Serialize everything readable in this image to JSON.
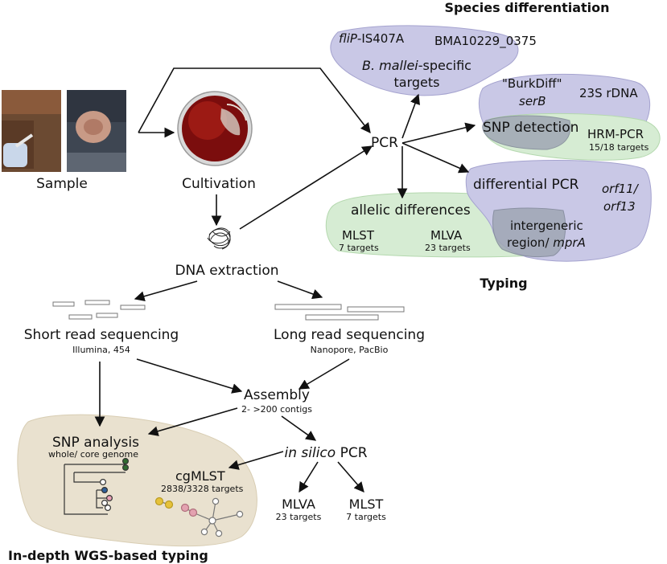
{
  "sections": {
    "species": "Species differentiation",
    "typing": "Typing",
    "wgs": "In-depth WGS-based typing"
  },
  "colors": {
    "species": "#c9c8e6",
    "typing": "#d6ecd3",
    "wgs": "#e9e1cf",
    "overlap": "#9fa6b4",
    "species_title": "#b7b6dc",
    "typing_title": "#b8dcb4",
    "wgs_title": "#ddd2b8"
  },
  "nodes": {
    "sample": "Sample",
    "cultivation": "Cultivation",
    "dna": "DNA extraction",
    "pcr": "PCR",
    "short_read": "Short read sequencing",
    "short_read_sub": "Illumina, 454",
    "long_read": "Long read sequencing",
    "long_read_sub": "Nanopore, PacBio",
    "assembly": "Assembly",
    "assembly_sub": "2- >200 contigs",
    "insilico_italic": "in silico",
    "insilico_rest": " PCR",
    "mlva": "MLVA",
    "mlva_sub": "23 targets",
    "mlst": "MLST",
    "mlst_sub": "7 targets"
  },
  "species_targets": {
    "flip_italic": "fliP",
    "flip_rest": "-IS407A",
    "bma": "BMA10229_0375",
    "bmallei_italic": "B. mallei",
    "bmallei_rest": "-specific",
    "targets": "targets"
  },
  "snp": {
    "burkdiff": "\"BurkDiff\"",
    "serb": "serB",
    "rdna": "23S rDNA",
    "detection": "SNP detection",
    "hrm": "HRM-PCR",
    "hrm_sub": "15/18 targets"
  },
  "diff_pcr": {
    "title": "differential PCR",
    "orf11": "orf11/",
    "orf13": "orf13"
  },
  "allelic": {
    "title": "allelic differences",
    "mlst": "MLST",
    "mlst_sub": "7 targets",
    "mlva": "MLVA",
    "mlva_sub": "23 targets",
    "intergenic": "intergeneric",
    "region": "region/ ",
    "mpra": "mprA"
  },
  "wgs": {
    "snp_title": "SNP analysis",
    "snp_sub": "whole/ core genome",
    "cgmlst": "cgMLST",
    "cgmlst_sub": "2838/3328 targets"
  }
}
